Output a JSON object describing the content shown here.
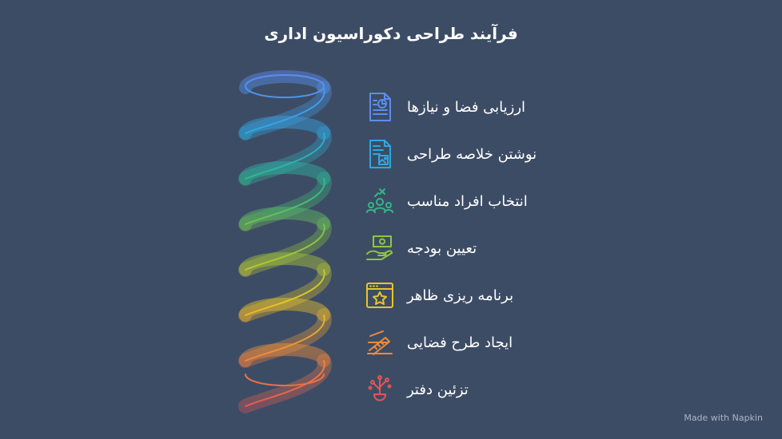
{
  "title": "فرآیند طراحی دکوراسیون اداری",
  "steps": [
    {
      "label": "ارزیابی فضا و نیازها",
      "icon": "document-chart-icon",
      "color": "#5b8def"
    },
    {
      "label": "نوشتن خلاصه طراحی",
      "icon": "document-image-icon",
      "color": "#2ea8e0"
    },
    {
      "label": "انتخاب افراد مناسب",
      "icon": "people-selection-icon",
      "color": "#2fb986"
    },
    {
      "label": "تعیین بودجه",
      "icon": "money-hand-icon",
      "color": "#8ec63f"
    },
    {
      "label": "برنامه ریزی ظاهر",
      "icon": "browser-star-icon",
      "color": "#e8c526"
    },
    {
      "label": "ایجاد طرح فضایی",
      "icon": "drafting-ruler-icon",
      "color": "#f08a3c"
    },
    {
      "label": "تزئین دفتر",
      "icon": "plant-pot-icon",
      "color": "#e25555"
    }
  ],
  "watermark": "Made with Napkin"
}
